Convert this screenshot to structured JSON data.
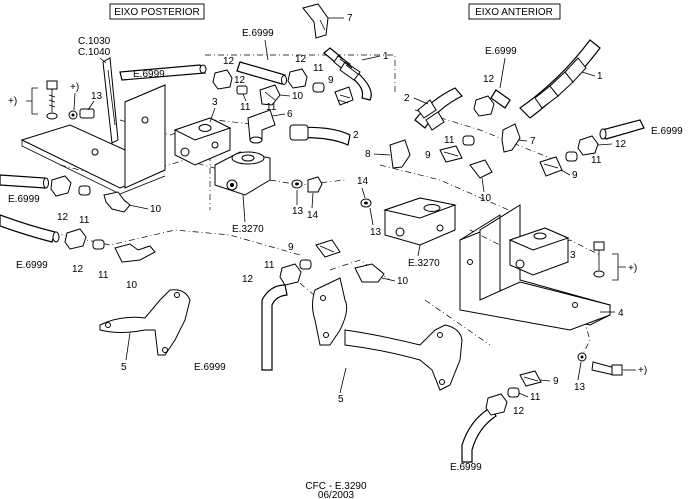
{
  "headers": {
    "rear": "EIXO POSTERIOR",
    "front": "EIXO ANTERIOR"
  },
  "codes": {
    "c1030": "C.1030",
    "c1040": "C.1040",
    "e6999": "E.6999",
    "e3270": "E.3270"
  },
  "marks": {
    "plus": "+)"
  },
  "numbers": {
    "n1": "1",
    "n2": "2",
    "n3": "3",
    "n4": "4",
    "n5": "5",
    "n6": "6",
    "n7": "7",
    "n8": "8",
    "n9": "9",
    "n10": "10",
    "n11": "11",
    "n12": "12",
    "n13": "13",
    "n14": "14"
  },
  "footer": {
    "code": "CFC - E.3290",
    "date": "06/2003"
  }
}
